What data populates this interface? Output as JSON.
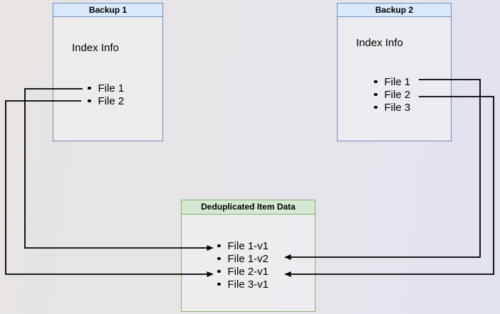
{
  "diagram": {
    "backup1": {
      "title": "Backup 1",
      "subtitle": "Index Info",
      "files": [
        "File 1",
        "File 2"
      ]
    },
    "backup2": {
      "title": "Backup 2",
      "subtitle": "Index Info",
      "files": [
        "File 1",
        "File 2",
        "File 3"
      ]
    },
    "dedup": {
      "title": "Deduplicated Item Data",
      "items": [
        "File 1-v1",
        "File 1-v2",
        "File 2-v1",
        "File 3-v1"
      ]
    },
    "connectors": [
      {
        "from": "Backup 1 / File 1",
        "to": "File 1-v1"
      },
      {
        "from": "Backup 1 / File 2",
        "to": "File 2-v1"
      },
      {
        "from": "Backup 2 / File 1",
        "to": "File 1-v2"
      },
      {
        "from": "Backup 2 / File 2",
        "to": "File 2-v1"
      }
    ],
    "colors": {
      "blue_fill": "#dae8fc",
      "blue_border": "#6c8ebf",
      "green_fill": "#d5e8d4",
      "green_border": "#82b366",
      "connector": "#000000"
    }
  }
}
